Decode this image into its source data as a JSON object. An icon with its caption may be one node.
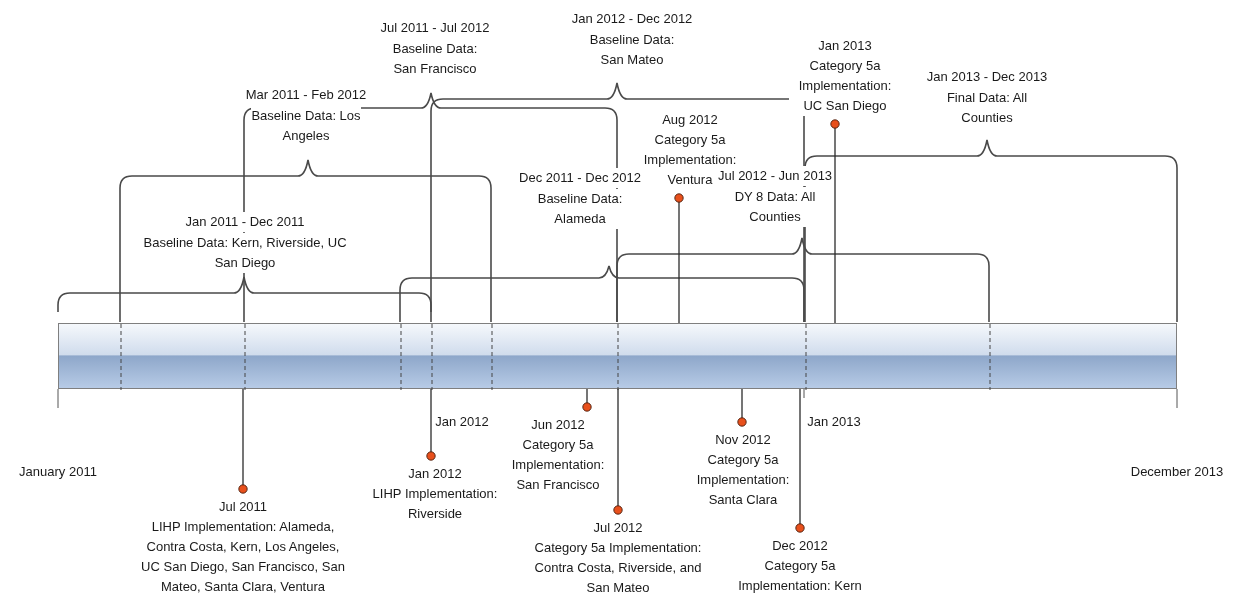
{
  "diagram": {
    "nodes": [
      {
        "text": [],
        "shape": "bar"
      },
      {
        "text": [
          "Aug 2012",
          "Category 5a Implementation: Ventura"
        ]
      },
      {
        "text": [
          "Jan 2013",
          "Category 5a Implementation: UC San Diego"
        ]
      },
      {
        "text": [
          "Jul 2011",
          "LIHP Implementation: Alameda, Contra Costa, Kern, Los Angeles, UC San Diego, San Francisco, San Mateo, Santa Clara, Ventura"
        ]
      },
      {
        "text": [
          "Jan 2012",
          "LIHP Implementation: Riverside"
        ]
      },
      {
        "text": [
          "Jun 2012",
          "Category 5a Implementation: San Francisco"
        ]
      },
      {
        "text": [
          "Jul 2012",
          "Category 5a Implementation: Contra Costa, Riverside, and San Mateo"
        ]
      },
      {
        "text": [
          "Nov 2012",
          "Category 5a Implementation: Santa Clara"
        ]
      },
      {
        "text": [
          "Dec 2012",
          "Category 5a Implementation: Kern"
        ]
      }
    ],
    "edges": [
      {
        "from": 1,
        "to": 0,
        "arrow": "other"
      },
      {
        "from": 2,
        "to": 0,
        "arrow": "other"
      },
      {
        "from": 3,
        "to": 0,
        "arrow": "other"
      },
      {
        "from": 4,
        "to": 0,
        "arrow": "other"
      },
      {
        "from": 5,
        "to": 0,
        "arrow": "other"
      },
      {
        "from": 6,
        "to": 0,
        "arrow": "other"
      },
      {
        "from": 7,
        "to": 0,
        "arrow": "other"
      },
      {
        "from": 8,
        "to": 0,
        "arrow": "other"
      }
    ],
    "labels": [
      "Jul 2011 - Jul 2012",
      "Baseline Data: San Francisco",
      "Jan 2012 - Dec 2012",
      "Baseline Data: San Mateo",
      "Mar 2011 - Feb 2012",
      "Baseline Data: Los Angeles",
      "Jan 2013 - Dec 2013",
      "Final Data: All Counties",
      "Dec 2011 - Dec 2012",
      "Jul 2012 - Jun 2013",
      "Baseline Data: Alameda",
      "DY 8 Data: All Counties",
      "Jan 2011 - Dec 2011",
      "Baseline Data: Kern, Riverside, UC San Diego",
      "Jan 2012",
      "Jan 2013",
      "January 2011",
      "December 2013"
    ]
  }
}
